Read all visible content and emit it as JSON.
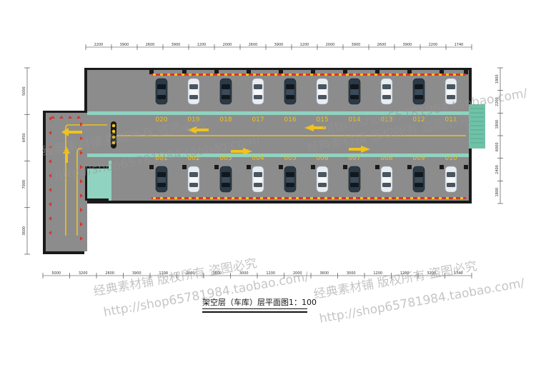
{
  "caption": "架空层（车库）层平面图1：100",
  "top_dims": [
    "2200",
    "3900",
    "2600",
    "3900",
    "1200",
    "2000",
    "2600",
    "3900",
    "1200",
    "2000",
    "3900",
    "2600",
    "3900",
    "2200",
    "1740"
  ],
  "bottom_dims": [
    "5000",
    "3200",
    "2600",
    "3900",
    "1200",
    "2000",
    "3600",
    "3000",
    "1200",
    "2000",
    "3600",
    "3000",
    "1200",
    "1200",
    "3200",
    "1740"
  ],
  "left_dims": [
    "5000",
    "6450",
    "7000",
    "3600"
  ],
  "right_dims": [
    "1800",
    "2200",
    "1800",
    "6000",
    "2400",
    "1800"
  ],
  "top_spots": [
    "020",
    "019",
    "018",
    "017",
    "016",
    "015",
    "014",
    "013",
    "012",
    "011"
  ],
  "bottom_spots": [
    "001",
    "002",
    "003",
    "004",
    "005",
    "006",
    "007",
    "008",
    "009",
    "010"
  ],
  "watermarks": [
    "经典素材铺 版权所有 盗图必究",
    "http://shop65781984.taobao.com/",
    "经典素材铺 版权所有 盗图必究",
    "http://shop65781984.taobao.com/",
    "经典素材铺 版权所有 盗图必究",
    "http://shop65781984.taobao.com/",
    "经典素材铺 版权所有 盗图必究",
    "http://shop65781984.taobao.com/"
  ],
  "colors": {
    "floor": "#8c8c8c",
    "wall": "#1a1a1a",
    "teal": "#8fd3c0",
    "lane": "#f2c21a",
    "stop_red": "#d9342b"
  },
  "icons": [
    "car-icon",
    "arrow-icon",
    "bollard-icon"
  ]
}
